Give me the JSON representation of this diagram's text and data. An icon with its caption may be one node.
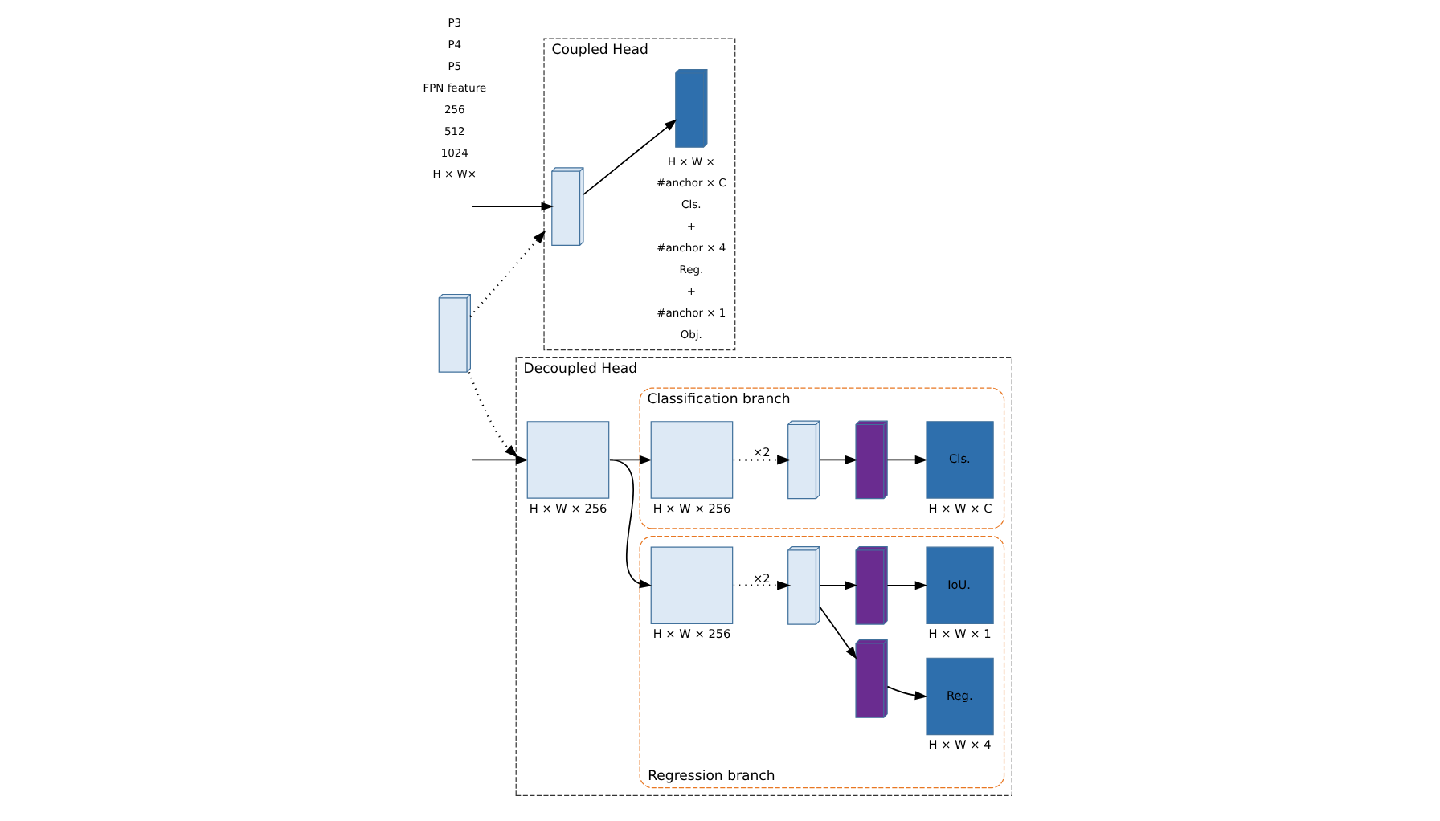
{
  "diagram": {
    "nodes": [
      {
        "text": [],
        "shape": "box"
      },
      {
        "text": [
          "Coupled Head"
        ]
      },
      {
        "text": [],
        "shape": "box",
        "in": 1
      },
      {
        "text": [],
        "shape": "box",
        "in": 1
      },
      {
        "text": [
          "Decoupled Head"
        ]
      },
      {
        "text": [
          "Classification branch"
        ],
        "in": 4
      },
      {
        "text": [],
        "shape": "box",
        "in": 5,
        "beside": [
          "H × W × 256"
        ]
      },
      {
        "text": [],
        "shape": "box",
        "in": 5
      },
      {
        "text": [],
        "shape": "box",
        "in": 5
      },
      {
        "text": [
          "Cls."
        ],
        "in": 5,
        "beside": [
          "H × W × C"
        ]
      },
      {
        "text": [
          "Regression branch"
        ],
        "in": 4
      },
      {
        "text": [],
        "shape": "box",
        "in": 4,
        "beside": [
          "H × W × 256"
        ]
      },
      {
        "text": [],
        "shape": "box",
        "in": 10,
        "beside": [
          "H × W × 256"
        ]
      },
      {
        "text": [],
        "shape": "box",
        "in": 10
      },
      {
        "text": [],
        "shape": "box",
        "in": 10
      },
      {
        "text": [],
        "shape": "box",
        "in": 10
      },
      {
        "text": [
          "Reg."
        ],
        "in": 10,
        "beside": [
          "H × W × 4"
        ]
      },
      {
        "text": [
          "IoU."
        ],
        "in": 10,
        "beside": [
          "H × W × 1"
        ]
      }
    ],
    "edges": [
      {
        "from": 0,
        "to": 1,
        "arrow": "to",
        "style": "dashed"
      },
      {
        "from": 0,
        "to": 4,
        "arrow": "to",
        "style": "dashed"
      },
      {
        "from": null,
        "to": 2,
        "arrow": "to"
      },
      {
        "from": 2,
        "to": 3,
        "arrow": "to"
      },
      {
        "from": null,
        "to": 11,
        "arrow": "to"
      },
      {
        "from": 11,
        "to": 6,
        "arrow": "to"
      },
      {
        "from": 11,
        "to": 12,
        "arrow": "to"
      },
      {
        "from": 6,
        "to": 7,
        "arrow": "to",
        "style": "dashed",
        "label": "×2"
      },
      {
        "from": 7,
        "to": 8,
        "arrow": "to"
      },
      {
        "from": 8,
        "to": 9,
        "arrow": "to"
      },
      {
        "from": 12,
        "to": 13,
        "arrow": "to",
        "style": "dashed",
        "label": "×2"
      },
      {
        "from": 13,
        "to": 14,
        "arrow": "to"
      },
      {
        "from": 13,
        "to": 15,
        "arrow": "to"
      },
      {
        "from": 14,
        "to": 16,
        "arrow": "to"
      },
      {
        "from": 15,
        "to": 17,
        "arrow": "to"
      }
    ],
    "labels": [
      "H × W×",
      "1024",
      "512",
      "256",
      "FPN feature",
      "P5",
      "P4",
      "P3",
      "H × W ×",
      "#anchor × C",
      "Cls.",
      "+",
      "#anchor × 4",
      "Reg.",
      "+",
      "#anchor × 1",
      "Obj."
    ]
  }
}
